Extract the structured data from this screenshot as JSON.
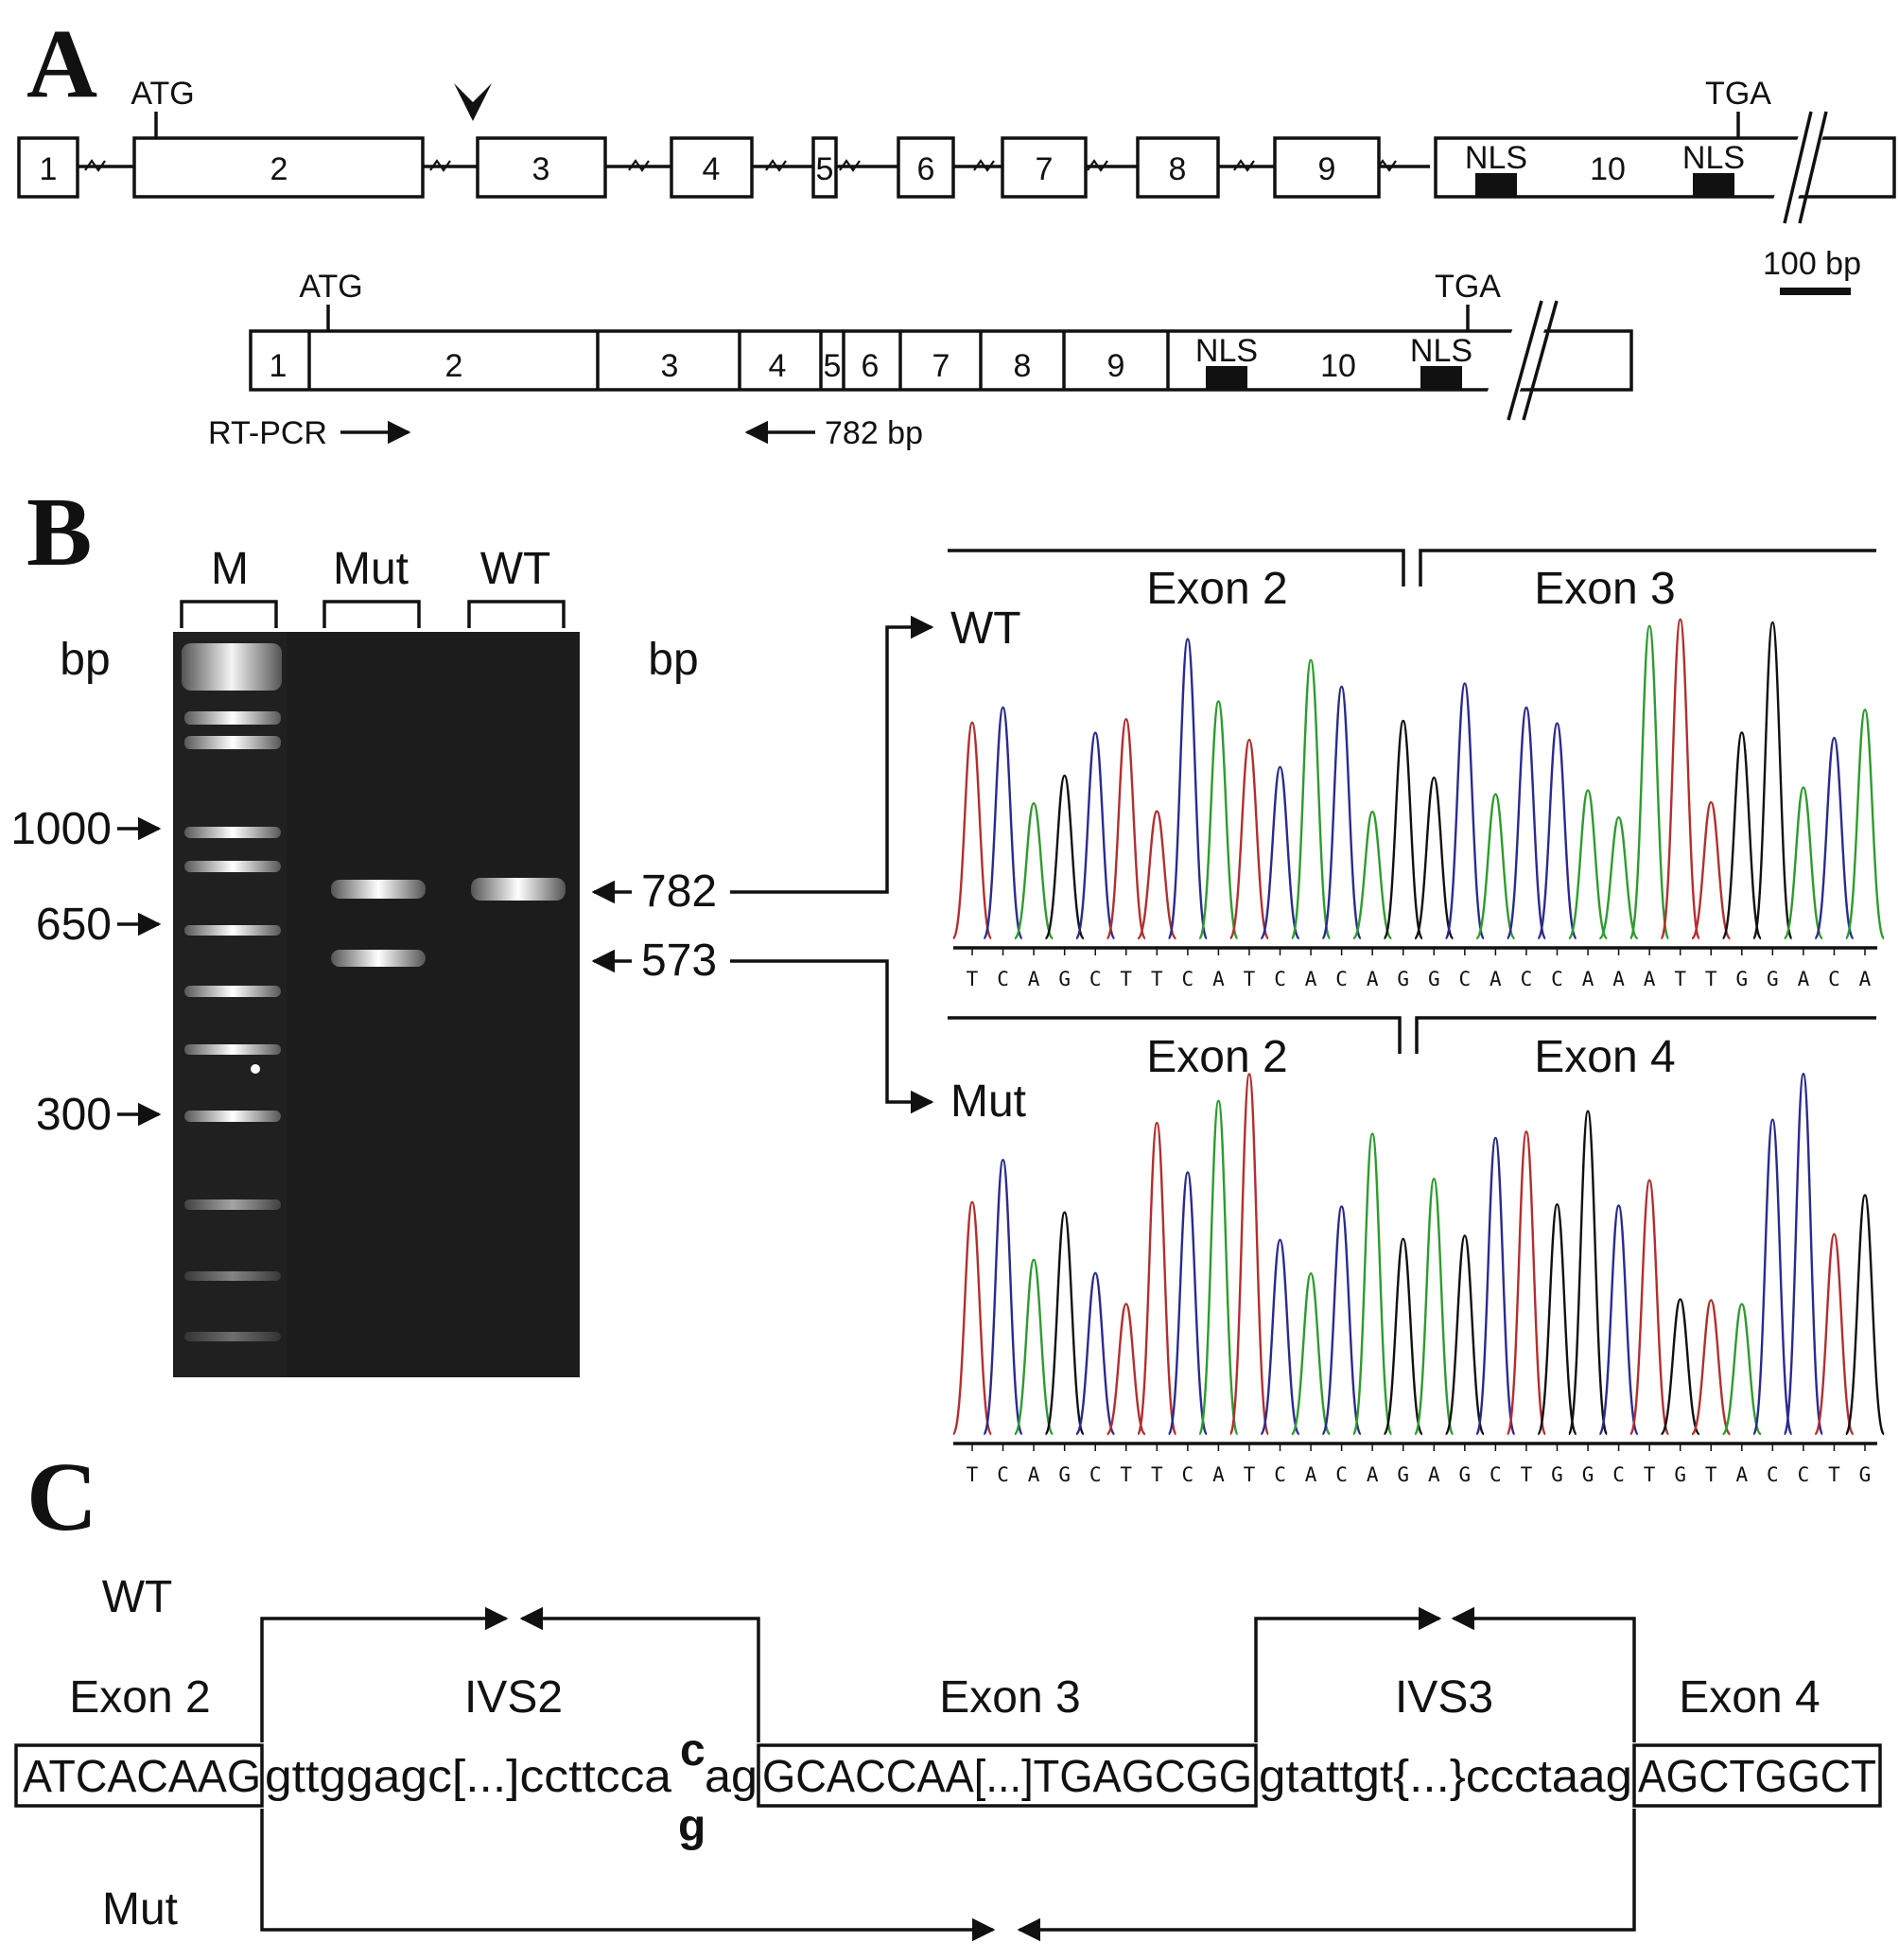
{
  "panel_a": {
    "label": "A",
    "start_codon": "ATG",
    "stop_codon": "TGA",
    "genomic_exons": [
      "1",
      "2",
      "3",
      "4",
      "5",
      "6",
      "7",
      "8",
      "9",
      "10"
    ],
    "mrna_exons": [
      "1",
      "2",
      "3",
      "4",
      "5",
      "6",
      "7",
      "8",
      "9",
      "10"
    ],
    "domain_label": "NLS",
    "scale_label": "100 bp",
    "primer_label": "RT-PCR",
    "product_label": "782 bp"
  },
  "panel_b": {
    "label": "B",
    "lanes": [
      "M",
      "Mut",
      "WT"
    ],
    "unit_left": "bp",
    "unit_right": "bp",
    "marker_sizes": [
      "1000",
      "650",
      "300"
    ],
    "band_sizes": [
      "782",
      "573"
    ],
    "wt_trace": {
      "label": "WT",
      "exon_left": "Exon 2",
      "exon_right": "Exon 3",
      "bases": [
        "T",
        "C",
        "A",
        "G",
        "C",
        "T",
        "T",
        "C",
        "A",
        "T",
        "C",
        "A",
        "C",
        "A",
        "G",
        "G",
        "C",
        "A",
        "C",
        "C",
        "A",
        "A",
        "A",
        "T",
        "T",
        "G",
        "G",
        "A",
        "C",
        "A"
      ]
    },
    "mut_trace": {
      "label": "Mut",
      "exon_left": "Exon 2",
      "exon_right": "Exon 4",
      "bases": [
        "T",
        "C",
        "A",
        "G",
        "C",
        "T",
        "T",
        "C",
        "A",
        "T",
        "C",
        "A",
        "C",
        "A",
        "G",
        "A",
        "G",
        "C",
        "T",
        "G",
        "G",
        "C",
        "T",
        "G",
        "T",
        "A",
        "C",
        "C",
        "T",
        "G"
      ]
    },
    "base_colors": {
      "A": "#2e9b2e",
      "C": "#2b2b8c",
      "G": "#111111",
      "T": "#b0302f"
    }
  },
  "panel_c": {
    "label": "C",
    "wt_label": "WT",
    "mut_label": "Mut",
    "regions": [
      "Exon 2",
      "IVS2",
      "Exon 3",
      "IVS3",
      "Exon 4"
    ],
    "seq_exon2": "ATCACAAG",
    "seq_ivs2": "gttggagc[...]ccttcca",
    "ivs2_variant_wt": "c",
    "ivs2_variant_mut": "g",
    "ivs2_tail": "ag",
    "seq_exon3": "GCACCAA[...]TGAGCGG",
    "seq_ivs3": "gtattgt{...}ccctaag",
    "seq_exon4": "AGCTGGCT"
  }
}
